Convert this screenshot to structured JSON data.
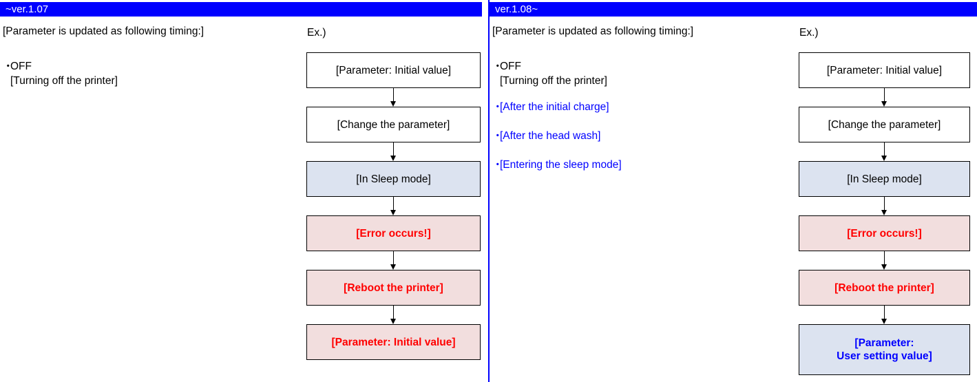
{
  "divider_color": "#0000ff",
  "panels": [
    {
      "id": "left",
      "title": "~ver.1.07",
      "notes_heading": "[Parameter is updated as following timing:]",
      "ex_label": "Ex.)",
      "bullets": [
        {
          "bullet": "・",
          "label": "OFF",
          "sub": "[Turning off the printer]",
          "color": "#000000"
        }
      ],
      "flow": [
        {
          "text": "[Parameter: Initial value]",
          "fill": "white",
          "text_color": "#000000",
          "bold": false
        },
        {
          "text": "[Change the parameter]",
          "fill": "white",
          "text_color": "#000000",
          "bold": false
        },
        {
          "text": "[In Sleep mode]",
          "fill": "#dce3f0",
          "text_color": "#000000",
          "bold": false
        },
        {
          "text": "[Error occurs!]",
          "fill": "#f2dede",
          "text_color": "#ff0000",
          "bold": true
        },
        {
          "text": "[Reboot the printer]",
          "fill": "#f2dede",
          "text_color": "#ff0000",
          "bold": true
        },
        {
          "text": "[Parameter: Initial value]",
          "fill": "#f2dede",
          "text_color": "#ff0000",
          "bold": true
        }
      ]
    },
    {
      "id": "right",
      "title": "ver.1.08~",
      "notes_heading": "[Parameter is updated as following timing:]",
      "ex_label": "Ex.)",
      "bullets": [
        {
          "bullet": "・",
          "label": "OFF",
          "sub": "[Turning off the printer]",
          "color": "#000000"
        },
        {
          "bullet": "・",
          "label": "[After the initial charge]",
          "sub": "",
          "color": "#0000ff"
        },
        {
          "bullet": "・",
          "label": "[After the head wash]",
          "sub": "",
          "color": "#0000ff"
        },
        {
          "bullet": "・",
          "label": "[Entering the sleep mode]",
          "sub": "",
          "color": "#0000ff"
        }
      ],
      "flow": [
        {
          "text": "[Parameter: Initial value]",
          "fill": "white",
          "text_color": "#000000",
          "bold": false
        },
        {
          "text": "[Change the parameter]",
          "fill": "white",
          "text_color": "#000000",
          "bold": false
        },
        {
          "text": "[In Sleep mode]",
          "fill": "#dce3f0",
          "text_color": "#000000",
          "bold": false
        },
        {
          "text": "[Error occurs!]",
          "fill": "#f2dede",
          "text_color": "#ff0000",
          "bold": true
        },
        {
          "text": "[Reboot the printer]",
          "fill": "#f2dede",
          "text_color": "#ff0000",
          "bold": true
        },
        {
          "text": "[Parameter:\nUser setting value]",
          "fill": "#dce3f0",
          "text_color": "#0000ff",
          "bold": true,
          "tall": true
        }
      ]
    }
  ]
}
